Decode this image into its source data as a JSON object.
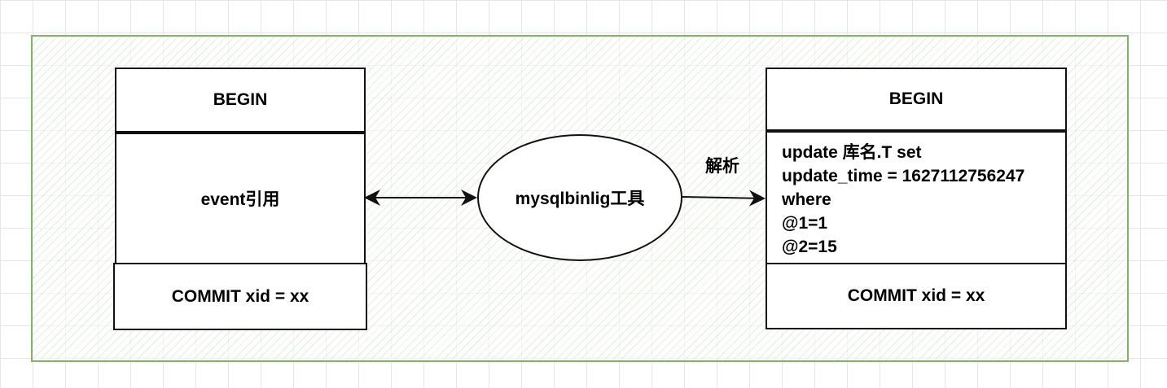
{
  "left_stack": {
    "begin": "BEGIN",
    "event": "event引用",
    "commit": "COMMIT xid = xx"
  },
  "tool": {
    "label": "mysqlbinlig工具"
  },
  "parse_label": "解析",
  "right_stack": {
    "begin": "BEGIN",
    "sql_lines": [
      "update 库名.T set",
      "update_time = 1627112756247",
      "where",
      "@1=1",
      "@2=15"
    ],
    "commit": "COMMIT xid = xx"
  }
}
